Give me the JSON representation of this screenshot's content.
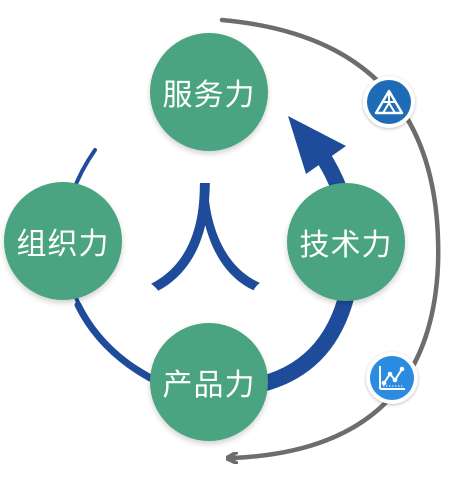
{
  "nodes": {
    "service": "服务力",
    "technology": "技术力",
    "product": "产品力",
    "organization": "组织力"
  },
  "center": {
    "char": "人"
  },
  "icons": {
    "top_badge": "triangle-network-icon",
    "bottom_badge": "line-chart-icon"
  },
  "colors": {
    "node_green": "#4aa381",
    "blue_arc": "#1f4c9a",
    "gray_arc": "#6d6d6d",
    "badge_top": "#1e6cb5",
    "badge_bottom": "#2a8be0"
  }
}
